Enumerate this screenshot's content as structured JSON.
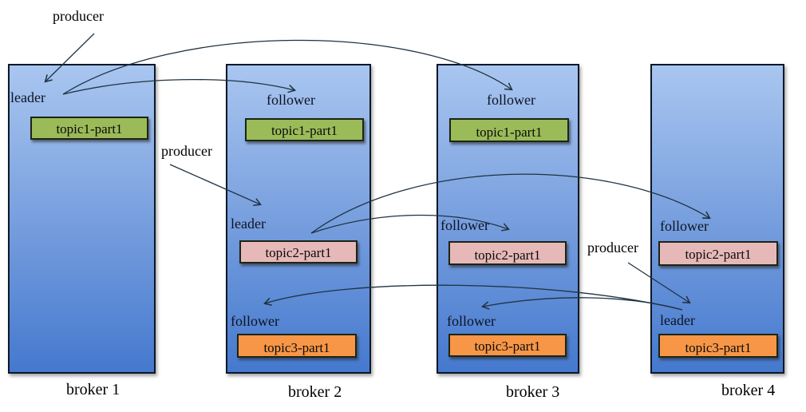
{
  "producers": [
    {
      "label": "producer"
    },
    {
      "label": "producer"
    },
    {
      "label": "producer"
    }
  ],
  "brokers": [
    {
      "caption": "broker 1",
      "rows": [
        {
          "role": "leader",
          "partition": "topic1-part1",
          "topic": "topic1"
        }
      ]
    },
    {
      "caption": "broker 2",
      "rows": [
        {
          "role": "follower",
          "partition": "topic1-part1",
          "topic": "topic1"
        },
        {
          "role": "leader",
          "partition": "topic2-part1",
          "topic": "topic2"
        },
        {
          "role": "follower",
          "partition": "topic3-part1",
          "topic": "topic3"
        }
      ]
    },
    {
      "caption": "broker 3",
      "rows": [
        {
          "role": "follower",
          "partition": "topic1-part1",
          "topic": "topic1"
        },
        {
          "role": "follower",
          "partition": "topic2-part1",
          "topic": "topic2"
        },
        {
          "role": "follower",
          "partition": "topic3-part1",
          "topic": "topic3"
        }
      ]
    },
    {
      "caption": "broker 4",
      "rows": [
        {
          "role": "follower",
          "partition": "topic2-part1",
          "topic": "topic2"
        },
        {
          "role": "leader",
          "partition": "topic3-part1",
          "topic": "topic3"
        }
      ]
    }
  ],
  "connections": {
    "producer_arrows": [
      {
        "from": "producer-1",
        "to": "broker 1 leader (topic1-part1)"
      },
      {
        "from": "producer-2",
        "to": "broker 2 leader (topic2-part1)"
      },
      {
        "from": "producer-3",
        "to": "broker 4 leader (topic3-part1)"
      }
    ],
    "replication_arrows": [
      {
        "from": "broker 1 leader (topic1-part1)",
        "to": "broker 2 follower (topic1-part1)"
      },
      {
        "from": "broker 1 leader (topic1-part1)",
        "to": "broker 3 follower (topic1-part1)"
      },
      {
        "from": "broker 2 leader (topic2-part1)",
        "to": "broker 3 follower (topic2-part1)"
      },
      {
        "from": "broker 2 leader (topic2-part1)",
        "to": "broker 4 follower (topic2-part1)"
      },
      {
        "from": "broker 4 leader (topic3-part1)",
        "to": "broker 2 follower (topic3-part1)"
      },
      {
        "from": "broker 4 leader (topic3-part1)",
        "to": "broker 3 follower (topic3-part1)"
      }
    ]
  },
  "colors": {
    "topic1_fill": "#9bbb59",
    "topic2_fill": "#e6b9b8",
    "topic3_fill": "#f79646",
    "broker_fill_top": "#a9c6f0",
    "broker_fill_bottom": "#4579ce",
    "arrow": "#1f3342"
  }
}
